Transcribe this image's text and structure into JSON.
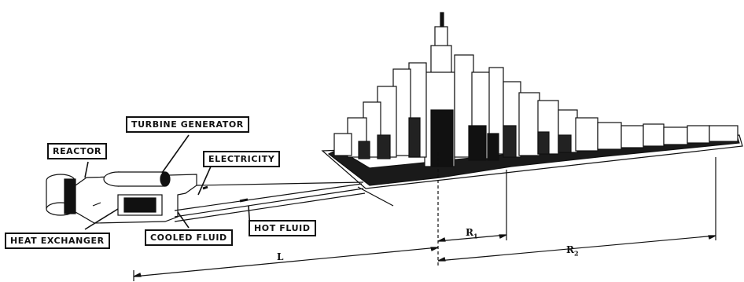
{
  "labels": {
    "reactor": "REACTOR",
    "turbine_generator": "TURBINE GENERATOR",
    "electricity": "ELECTRICITY",
    "heat_exchanger": "HEAT EXCHANGER",
    "cooled_fluid": "COOLED FLUID",
    "hot_fluid": "HOT FLUID"
  },
  "dimensions": {
    "L": "L",
    "R1": "R",
    "R1_sub": "1",
    "R2": "R",
    "R2_sub": "2"
  }
}
